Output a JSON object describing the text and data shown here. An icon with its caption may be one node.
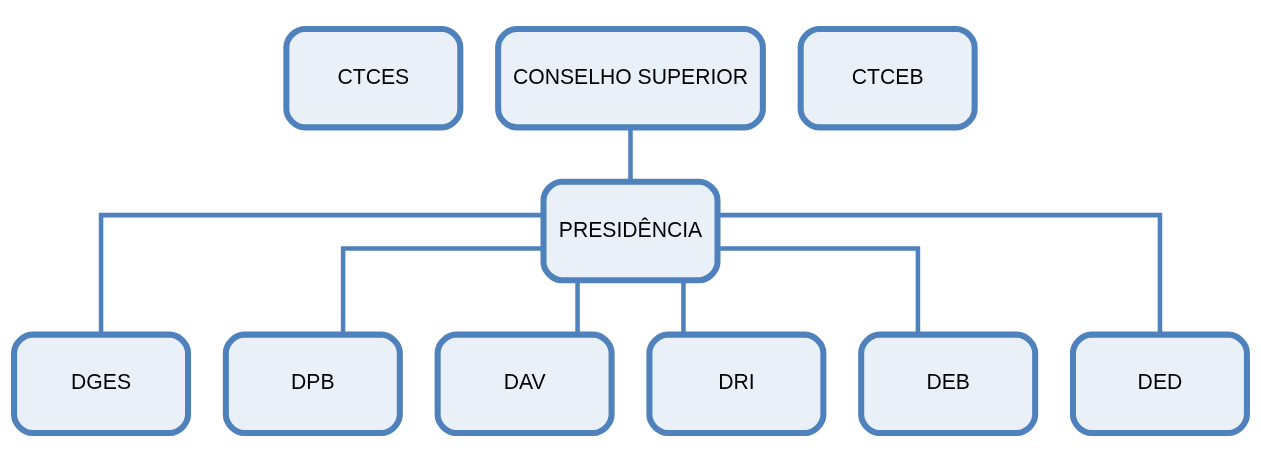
{
  "diagram": {
    "nodes": [
      {
        "text": [
          "CTCES"
        ]
      },
      {
        "text": [
          "CONSELHO SUPERIOR"
        ]
      },
      {
        "text": [
          "CTCEB"
        ]
      },
      {
        "text": [
          "PRESIDÊNCIA"
        ]
      },
      {
        "text": [
          "DGES"
        ]
      },
      {
        "text": [
          "DPB"
        ]
      },
      {
        "text": [
          "DAV"
        ]
      },
      {
        "text": [
          "DRI"
        ]
      },
      {
        "text": [
          "DEB"
        ]
      },
      {
        "text": [
          "DED"
        ]
      }
    ],
    "edges": [
      {
        "from": 1,
        "to": 3,
        "arrow": "none"
      },
      {
        "from": 3,
        "to": 4,
        "arrow": "none"
      },
      {
        "from": 3,
        "to": 5,
        "arrow": "none"
      },
      {
        "from": 3,
        "to": 6,
        "arrow": "none"
      },
      {
        "from": 3,
        "to": 7,
        "arrow": "none"
      },
      {
        "from": 3,
        "to": 8,
        "arrow": "none"
      },
      {
        "from": 3,
        "to": 9,
        "arrow": "none"
      }
    ]
  }
}
